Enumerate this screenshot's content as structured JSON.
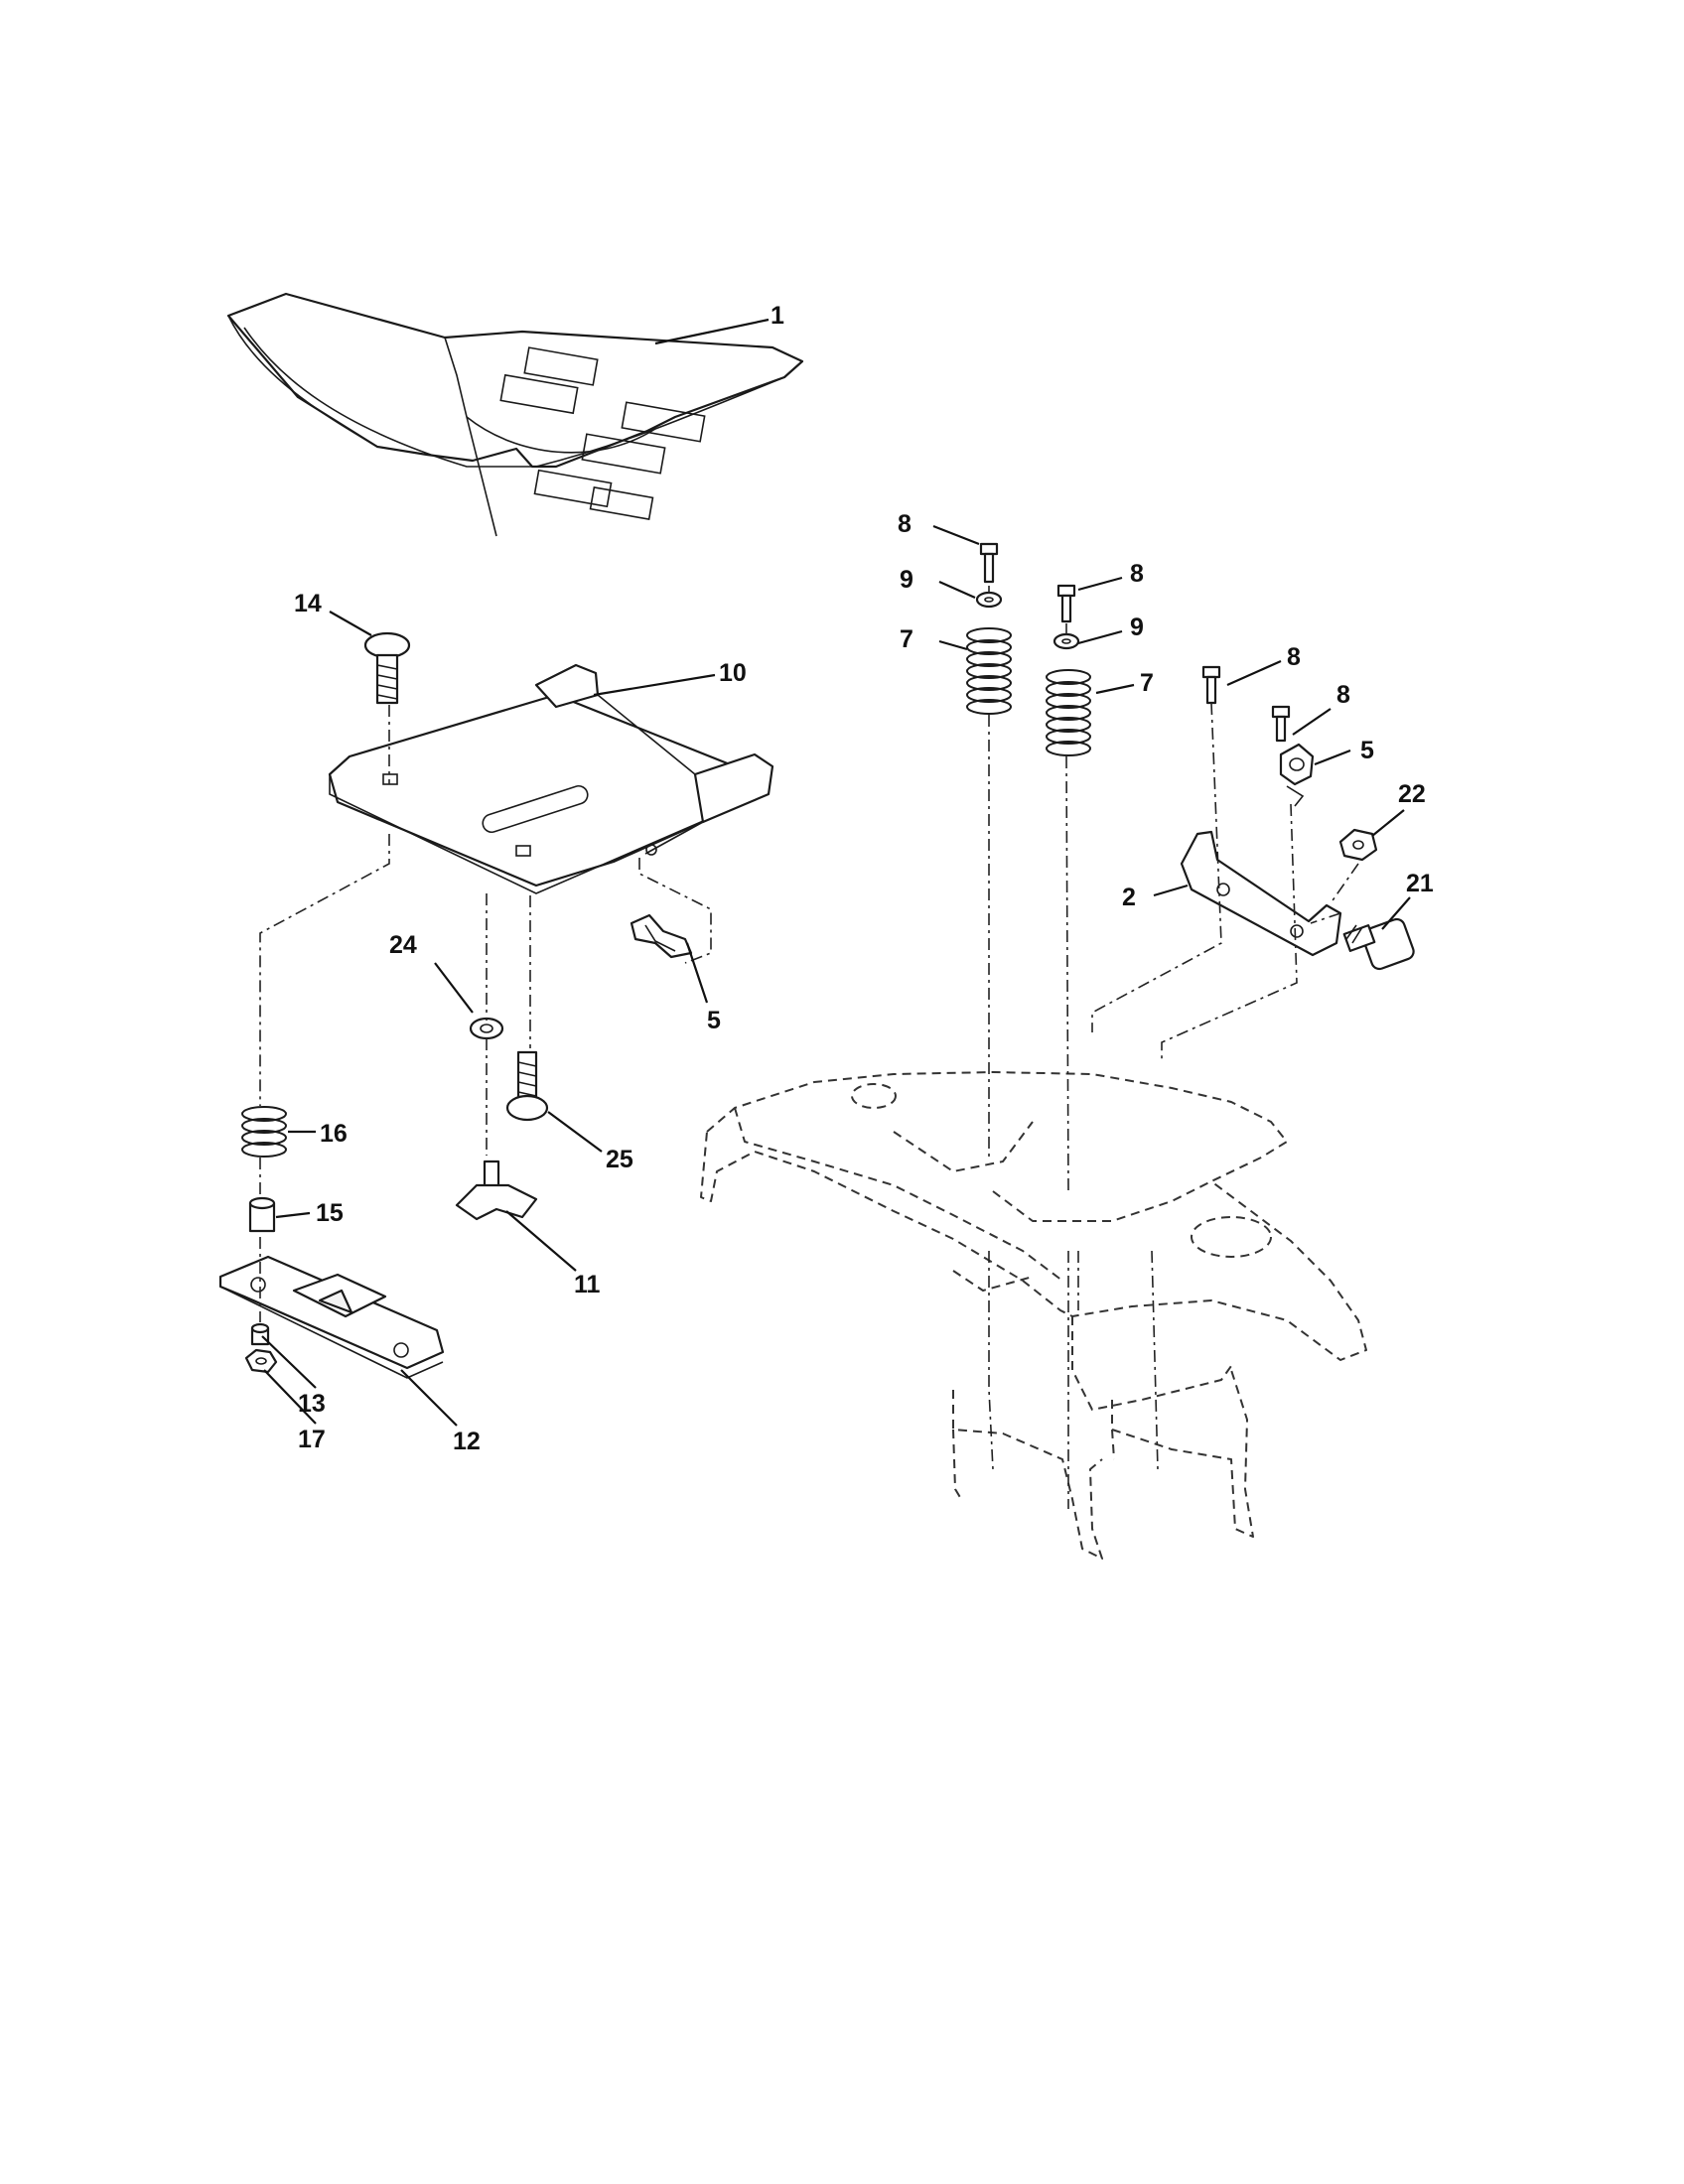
{
  "diagram": {
    "callouts": {
      "c1": "1",
      "c2": "2",
      "c5a": "5",
      "c5b": "5",
      "c7a": "7",
      "c7b": "7",
      "c8a": "8",
      "c8b": "8",
      "c8c": "8",
      "c8d": "8",
      "c9a": "9",
      "c9b": "9",
      "c10": "10",
      "c11": "11",
      "c12": "12",
      "c13": "13",
      "c14": "14",
      "c15": "15",
      "c16": "16",
      "c17": "17",
      "c21": "21",
      "c22": "22",
      "c24": "24",
      "c25": "25"
    }
  }
}
